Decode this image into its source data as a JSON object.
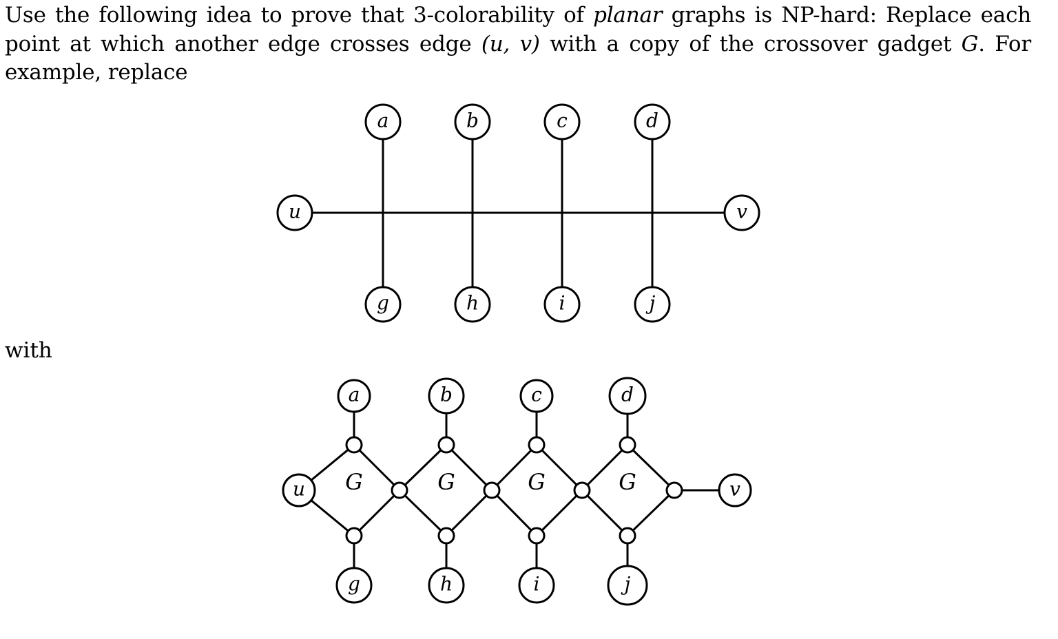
{
  "text": {
    "intro_1": "Use the following idea to prove that 3-colorability of ",
    "intro_planar": "planar",
    "intro_2": " graphs is NP-hard: Replace each point at which another edge crosses edge ",
    "intro_edge": "(u, v)",
    "intro_3": " with a copy of the crossover gadget ",
    "intro_gadget": "G",
    "intro_4": ". For example, replace",
    "with": "with"
  },
  "diagram_top": {
    "left_endpoint": "u",
    "right_endpoint": "v",
    "top_nodes": [
      "a",
      "b",
      "c",
      "d"
    ],
    "bottom_nodes": [
      "g",
      "h",
      "i",
      "j"
    ]
  },
  "diagram_bottom": {
    "left_endpoint": "u",
    "right_endpoint": "v",
    "top_nodes": [
      "a",
      "b",
      "c",
      "d"
    ],
    "bottom_nodes": [
      "g",
      "h",
      "i",
      "j"
    ],
    "gadget_label": "G"
  }
}
